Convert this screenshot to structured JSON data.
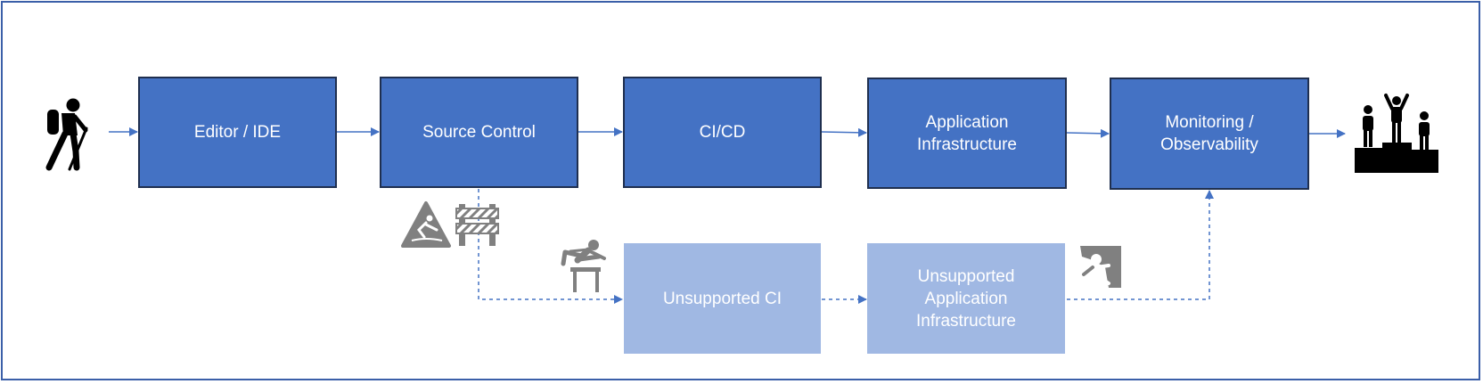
{
  "diagram": {
    "main_flow": [
      {
        "id": "editor",
        "label": "Editor / IDE"
      },
      {
        "id": "source",
        "label": "Source Control"
      },
      {
        "id": "cicd",
        "label": "CI/CD"
      },
      {
        "id": "appinfra",
        "label": "Application\nInfrastructure"
      },
      {
        "id": "monitoring",
        "label": "Monitoring /\nObservability"
      }
    ],
    "alt_flow": [
      {
        "id": "unsupported_ci",
        "label": "Unsupported CI"
      },
      {
        "id": "unsupported_infra",
        "label": "Unsupported\nApplication\nInfrastructure"
      }
    ],
    "icons": [
      "hiker-icon",
      "slippery-hazard-icon",
      "road-barrier-icon",
      "hurdle-jumper-icon",
      "rock-climber-icon",
      "winners-podium-icon"
    ],
    "colors": {
      "primary_box": "#4472c4",
      "alt_box": "#a0b8e3",
      "connector": "#4472c4",
      "icon_gray": "#808080",
      "icon_black": "#000000",
      "frame": "#3b5fa8"
    }
  }
}
